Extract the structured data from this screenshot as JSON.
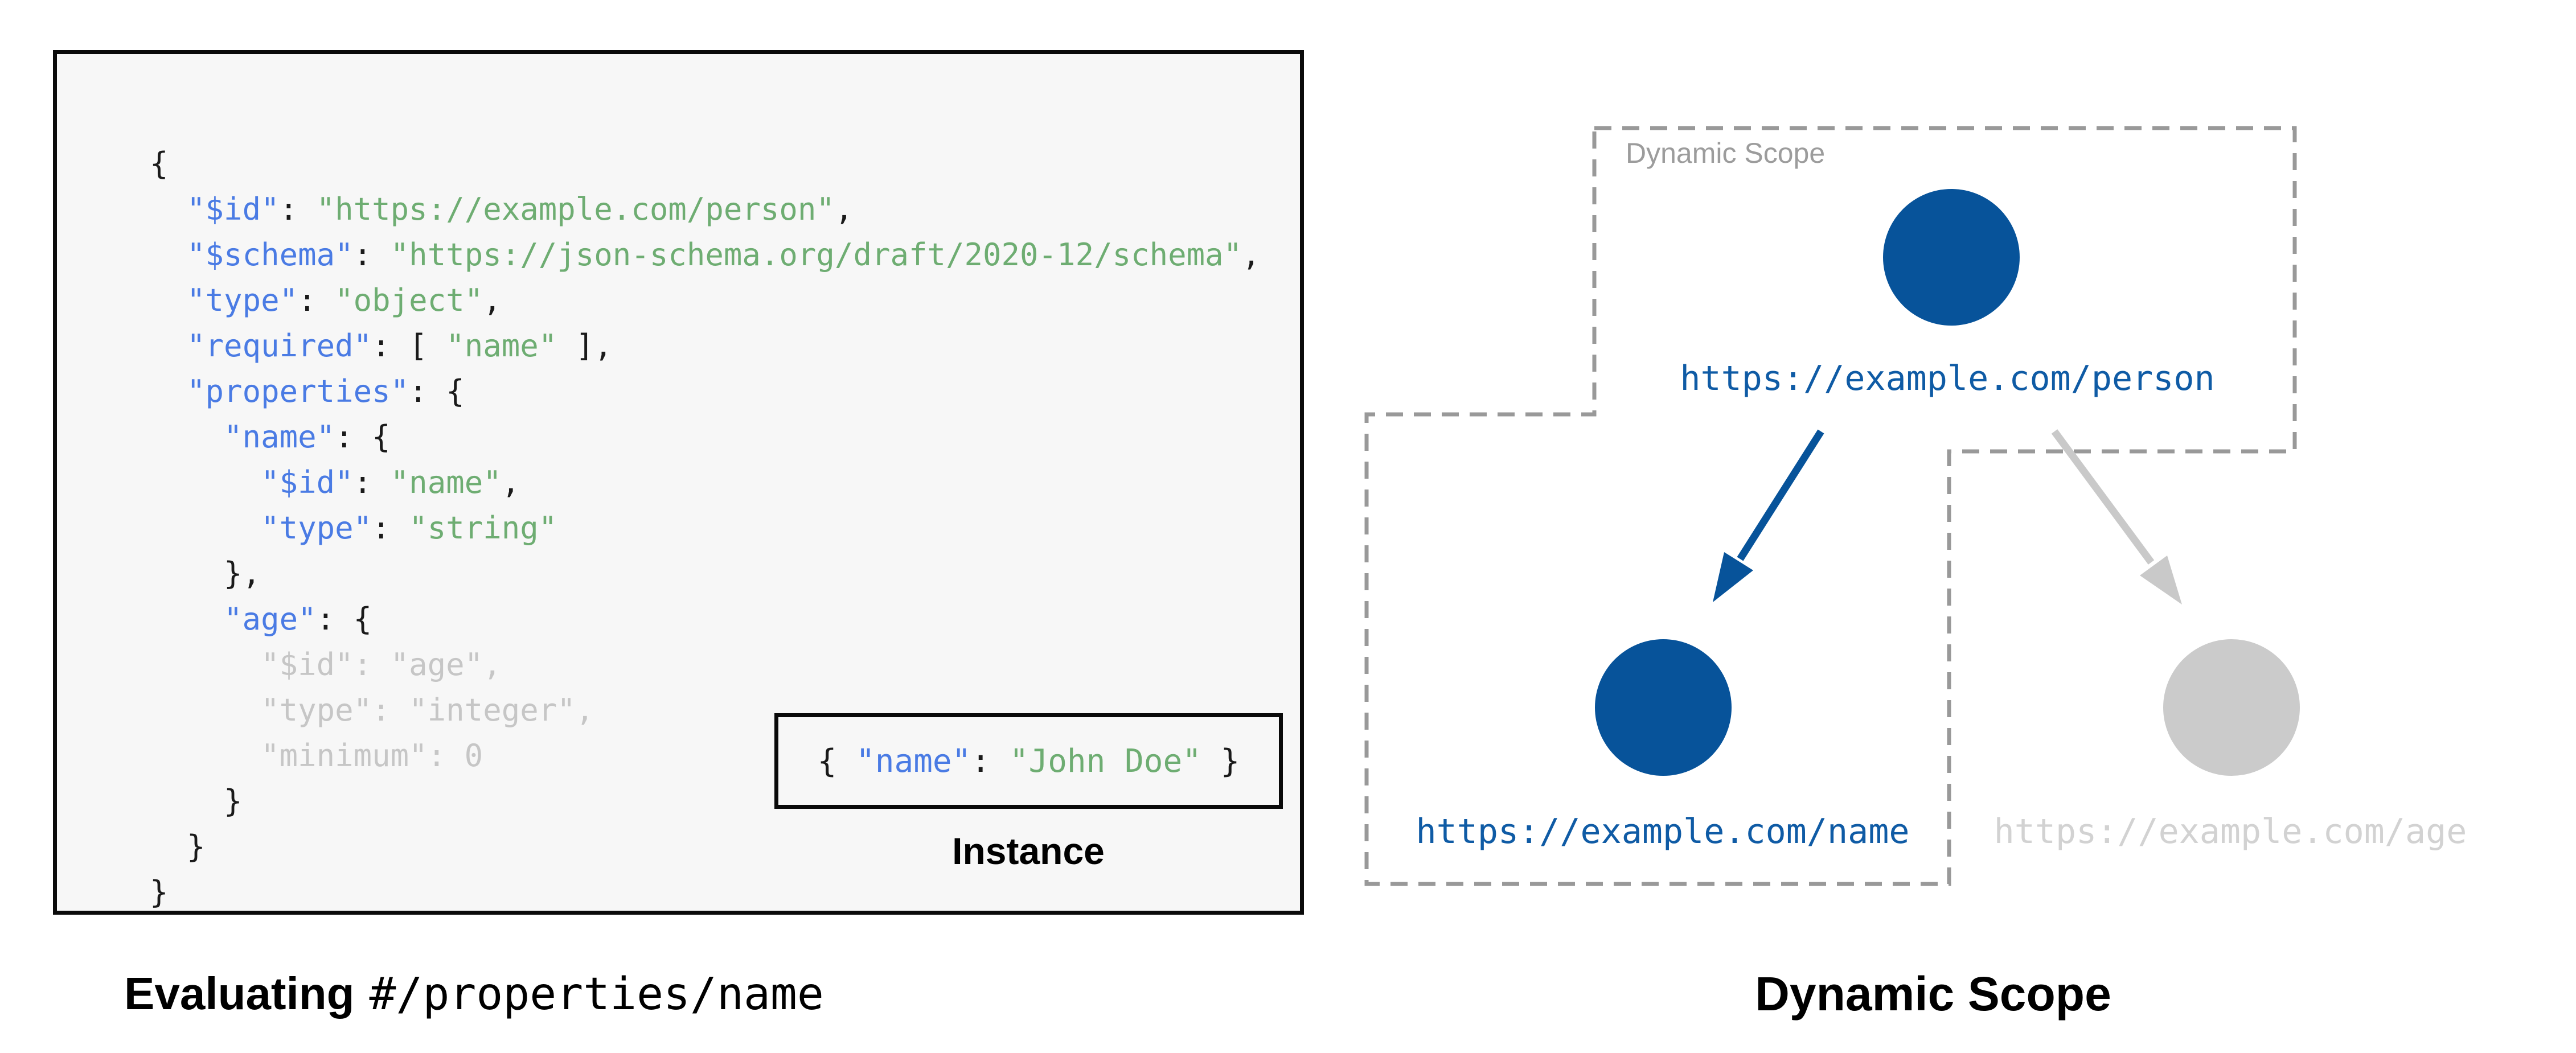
{
  "colors": {
    "page_bg": "#FFFFFF",
    "panel_bg": "#F7F7F7",
    "panel_border": "#0A0A0A",
    "key_blue": "#4A7BE4",
    "string_green": "#6EAD72",
    "punct_black": "#1A1A1A",
    "muted_gray": "#C6C6C6",
    "node_blue": "#07539A",
    "url_blue": "#0F5BA5",
    "node_gray": "#CBCBCB",
    "url_gray": "#D2D2D2",
    "arrow_gray": "#C9C9C9",
    "dash_gray": "#999999",
    "scope_label_gray": "#9C9C9C",
    "caption_black": "#000000"
  },
  "code_panel": {
    "lines": [
      [
        [
          "p",
          "{"
        ]
      ],
      [
        [
          "p",
          "  "
        ],
        [
          "k",
          "\"$id\""
        ],
        [
          "p",
          ": "
        ],
        [
          "s",
          "\"https://example.com/person\""
        ],
        [
          "p",
          ","
        ]
      ],
      [
        [
          "p",
          "  "
        ],
        [
          "k",
          "\"$schema\""
        ],
        [
          "p",
          ": "
        ],
        [
          "s",
          "\"https://json-schema.org/draft/2020-12/schema\""
        ],
        [
          "p",
          ","
        ]
      ],
      [
        [
          "p",
          "  "
        ],
        [
          "k",
          "\"type\""
        ],
        [
          "p",
          ": "
        ],
        [
          "s",
          "\"object\""
        ],
        [
          "p",
          ","
        ]
      ],
      [
        [
          "p",
          "  "
        ],
        [
          "k",
          "\"required\""
        ],
        [
          "p",
          ": [ "
        ],
        [
          "s",
          "\"name\""
        ],
        [
          "p",
          " ],"
        ]
      ],
      [
        [
          "p",
          "  "
        ],
        [
          "k",
          "\"properties\""
        ],
        [
          "p",
          ": {"
        ]
      ],
      [
        [
          "p",
          "    "
        ],
        [
          "k",
          "\"name\""
        ],
        [
          "p",
          ": {"
        ]
      ],
      [
        [
          "p",
          "      "
        ],
        [
          "k",
          "\"$id\""
        ],
        [
          "p",
          ": "
        ],
        [
          "s",
          "\"name\""
        ],
        [
          "p",
          ","
        ]
      ],
      [
        [
          "p",
          "      "
        ],
        [
          "k",
          "\"type\""
        ],
        [
          "p",
          ": "
        ],
        [
          "s",
          "\"string\""
        ]
      ],
      [
        [
          "p",
          "    },"
        ]
      ],
      [
        [
          "p",
          "    "
        ],
        [
          "k",
          "\"age\""
        ],
        [
          "p",
          ": {"
        ]
      ],
      [
        [
          "m",
          "      \"$id\": \"age\","
        ]
      ],
      [
        [
          "m",
          "      \"type\": \"integer\","
        ]
      ],
      [
        [
          "m",
          "      \"minimum\": 0"
        ]
      ],
      [
        [
          "p",
          "    }"
        ]
      ],
      [
        [
          "p",
          "  }"
        ]
      ],
      [
        [
          "p",
          "}"
        ]
      ]
    ],
    "instance": {
      "tokens": [
        [
          "p",
          "{ "
        ],
        [
          "k",
          "\"name\""
        ],
        [
          "p",
          ": "
        ],
        [
          "s",
          "\"John Doe\""
        ],
        [
          "p",
          " }"
        ]
      ],
      "label": "Instance"
    }
  },
  "captions": {
    "left_bold": "Evaluating",
    "left_mono": "#/properties/name",
    "right": "Dynamic Scope"
  },
  "diagram": {
    "scope_label": "Dynamic Scope",
    "nodes": [
      {
        "id": "person",
        "url": "https://example.com/person",
        "state": "in-scope"
      },
      {
        "id": "name",
        "url": "https://example.com/name",
        "state": "in-scope"
      },
      {
        "id": "age",
        "url": "https://example.com/age",
        "state": "out-of-scope"
      }
    ]
  }
}
